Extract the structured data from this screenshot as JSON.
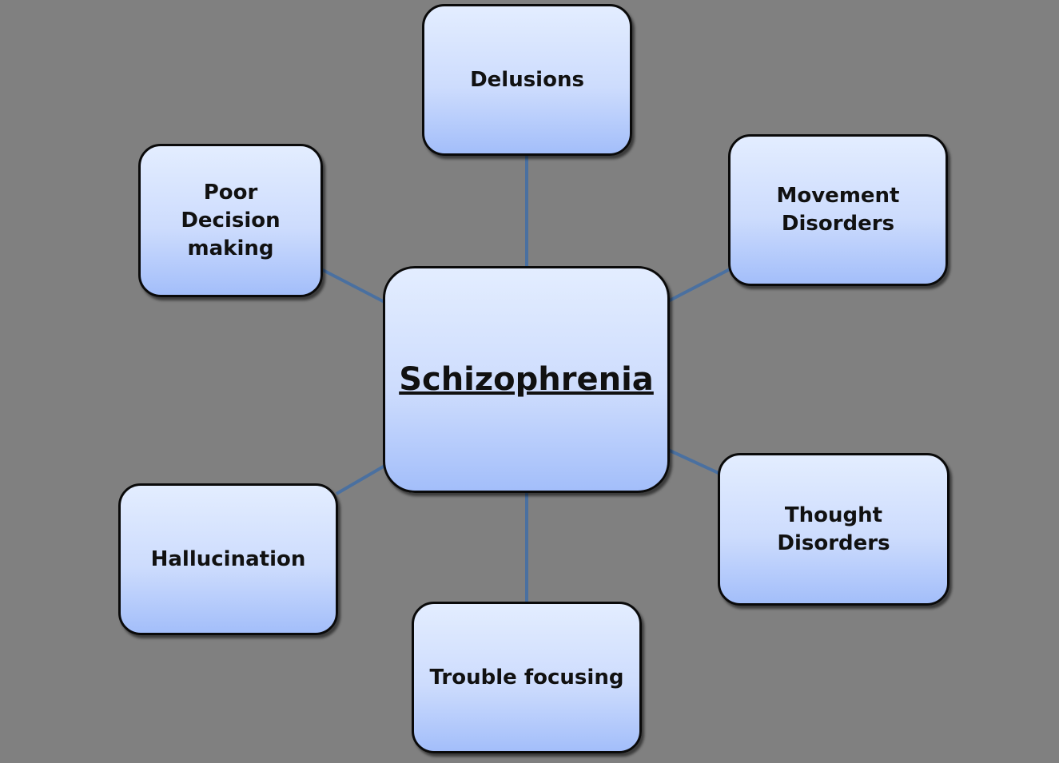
{
  "center": {
    "label": "Schizophrenia"
  },
  "nodes": {
    "delusions": "Delusions",
    "poor_decision": "Poor Decision making",
    "movement": "Movement Disorders",
    "hallucination": "Hallucination",
    "thought": "Thought Disorders",
    "trouble": "Trouble focusing"
  },
  "colors": {
    "background": "#808080",
    "connector": "#4a70a0",
    "border": "#0a0a0a"
  }
}
